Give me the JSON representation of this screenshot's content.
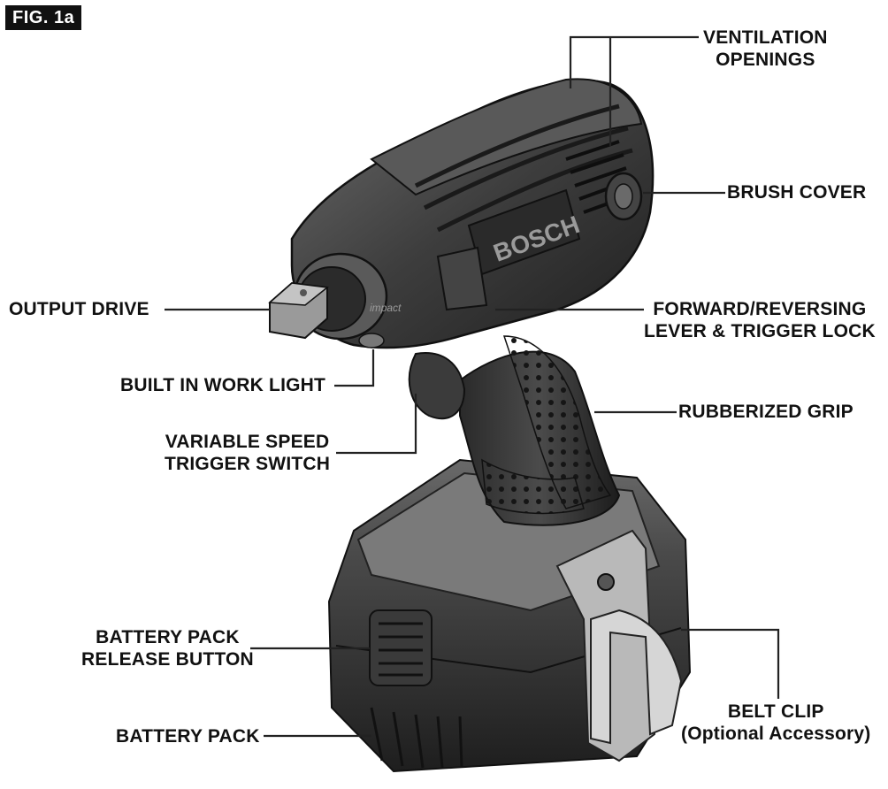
{
  "figure_label": "FIG. 1a",
  "callouts": {
    "ventilation": [
      "VENTILATION",
      "OPENINGS"
    ],
    "brush_cover": "BRUSH COVER",
    "output_drive": "OUTPUT DRIVE",
    "forward_reversing": [
      "FORWARD/REVERSING",
      "LEVER & TRIGGER LOCK"
    ],
    "work_light": "BUILT IN WORK LIGHT",
    "rubberized_grip": "RUBBERIZED GRIP",
    "trigger": [
      "VARIABLE SPEED",
      "TRIGGER SWITCH"
    ],
    "release_button": [
      "BATTERY PACK",
      "RELEASE BUTTON"
    ],
    "belt_clip": [
      "BELT CLIP",
      "(Optional Accessory)"
    ],
    "battery_pack": "BATTERY PACK"
  },
  "tool_markings": {
    "brand": "BOSCH",
    "nose": "impact"
  },
  "colors": {
    "body": "#3a3a3a",
    "body_dark": "#1e1e1e",
    "highlight": "#8a8a8a",
    "line": "#222222"
  }
}
